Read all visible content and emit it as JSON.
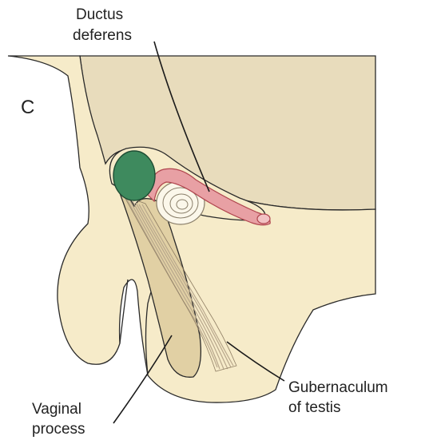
{
  "figure": {
    "panel_letter": "C",
    "labels": {
      "ductus_deferens": [
        "Ductus",
        "deferens"
      ],
      "gubernaculum": [
        "Gubernaculum",
        "of testis"
      ],
      "vaginal_process": [
        "Vaginal",
        "process"
      ]
    }
  },
  "colors": {
    "skin": "#f6ebc9",
    "abdominal_wall": "#e8dcbc",
    "vaginal_process": "#e1d0a4",
    "testis": "#3e8a5e",
    "ductus": "#e8a0a4",
    "gubernaculum_fibers": "#b8a78c"
  }
}
